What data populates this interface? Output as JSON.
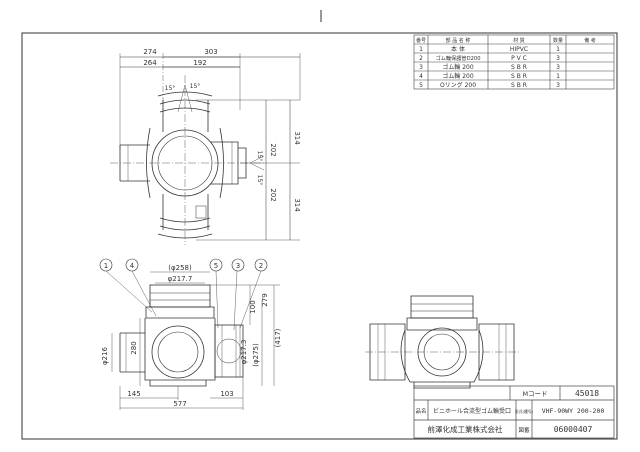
{
  "parts_table": {
    "headers": [
      "番号",
      "部 品 名 称",
      "材 質",
      "数量",
      "備 考"
    ],
    "rows": [
      {
        "no": "1",
        "name": "本 体",
        "material": "HIPVC",
        "qty": "1",
        "note": ""
      },
      {
        "no": "2",
        "name": "ゴム輪保護管D200",
        "material": "P V C",
        "qty": "3",
        "note": ""
      },
      {
        "no": "3",
        "name": "ゴム輪 200",
        "material": "S B R",
        "qty": "3",
        "note": ""
      },
      {
        "no": "4",
        "name": "ゴム輪 200",
        "material": "S B R",
        "qty": "1",
        "note": ""
      },
      {
        "no": "5",
        "name": "Oリング 200",
        "material": "S B R",
        "qty": "3",
        "note": ""
      }
    ]
  },
  "top_view": {
    "dims": {
      "d274": "274",
      "d303": "303",
      "d264": "264",
      "d192": "192",
      "d314a": "314",
      "d202a": "202",
      "d202b": "202",
      "d314b": "314"
    },
    "angles": {
      "a1": "15°",
      "a2": "15°",
      "a3": "15°",
      "a4": "15°"
    }
  },
  "front_view": {
    "callouts": [
      "1",
      "4",
      "5",
      "3",
      "2"
    ],
    "dims": {
      "phi258": "(φ258)",
      "phi2177": "φ217.7",
      "d280": "280",
      "phi216": "φ216",
      "d100": "100",
      "d279": "279",
      "d417": "(417)",
      "phi2173": "φ217.3",
      "phi275": "(φ275)",
      "d145": "145",
      "d577": "577",
      "d103": "103"
    }
  },
  "title_block": {
    "code_label": "Mコード",
    "code_value": "45018",
    "name_label": "品名",
    "name_value": "ビニホール合流型ゴム輪受口",
    "model_label": "形式(種号)",
    "model_value": "VHF-90WY 200-200",
    "company": "前澤化成工業株式会社",
    "drawing_label": "図番",
    "drawing_value": "06000407"
  }
}
